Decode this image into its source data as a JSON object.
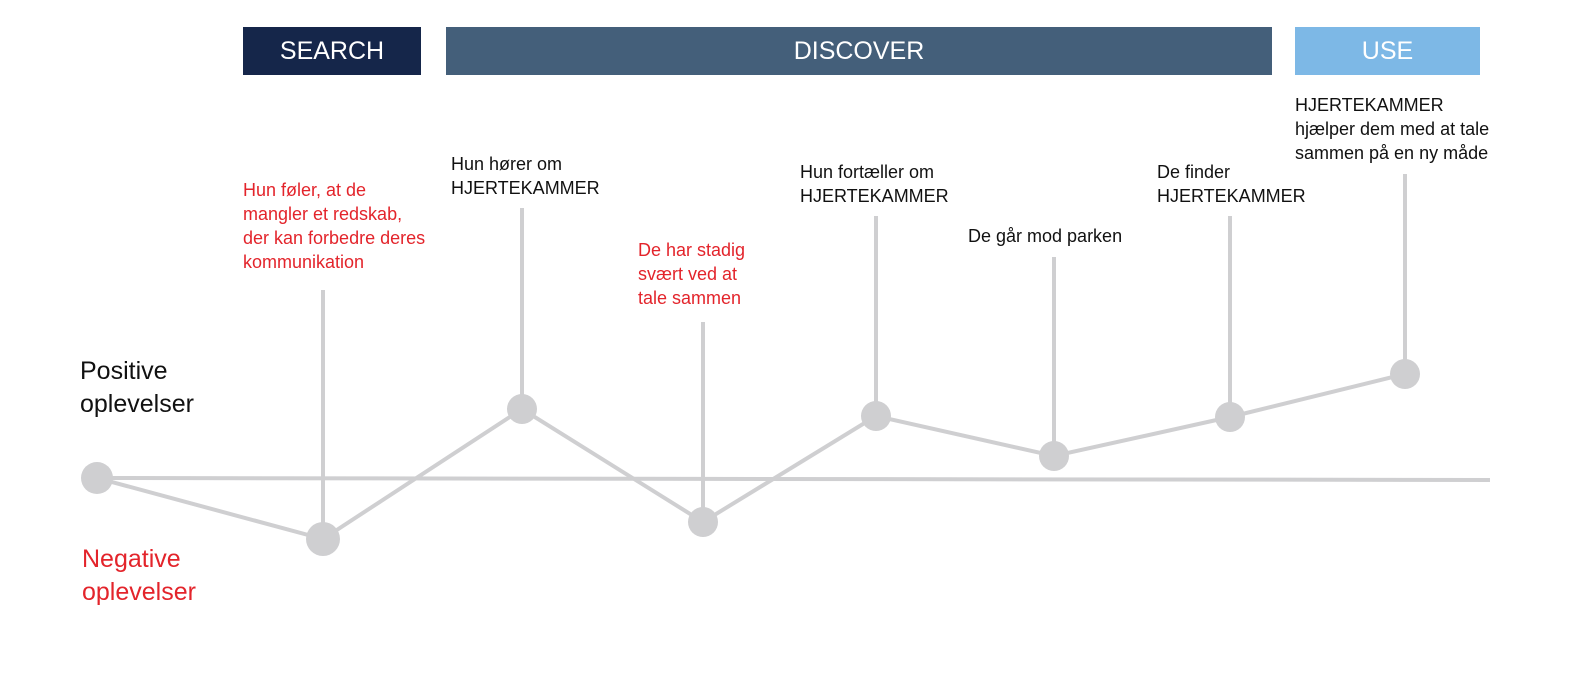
{
  "phases": {
    "search": "SEARCH",
    "discover": "DISCOVER",
    "use": "USE"
  },
  "axis": {
    "positive_line1": "Positive",
    "positive_line2": "oplevelser",
    "negative_line1": "Negative",
    "negative_line2": "oplevelser"
  },
  "colors": {
    "search": "#15264a",
    "discover": "#445f7a",
    "use": "#7db8e6",
    "negative_text": "#e3242b",
    "line": "#cfcfd1"
  },
  "steps": [
    {
      "id": "start",
      "lines": [],
      "sentiment": "neutral"
    },
    {
      "id": "s1",
      "lines": [
        "Hun føler, at de",
        "mangler et redskab,",
        "der kan forbedre deres",
        "kommunikation"
      ],
      "sentiment": "negative"
    },
    {
      "id": "s2",
      "lines": [
        "Hun hører om",
        "HJERTEKAMMER"
      ],
      "sentiment": "positive"
    },
    {
      "id": "s3",
      "lines": [
        "De har stadig",
        "svært ved at",
        "tale sammen"
      ],
      "sentiment": "negative"
    },
    {
      "id": "s4",
      "lines": [
        "Hun fortæller om",
        "HJERTEKAMMER"
      ],
      "sentiment": "positive"
    },
    {
      "id": "s5",
      "lines": [
        "De går mod parken"
      ],
      "sentiment": "positive"
    },
    {
      "id": "s6",
      "lines": [
        "De finder",
        "HJERTEKAMMER"
      ],
      "sentiment": "positive"
    },
    {
      "id": "s7",
      "lines": [
        "HJERTEKAMMER",
        "hjælper dem med at tale",
        "sammen på en ny måde"
      ],
      "sentiment": "positive"
    }
  ]
}
